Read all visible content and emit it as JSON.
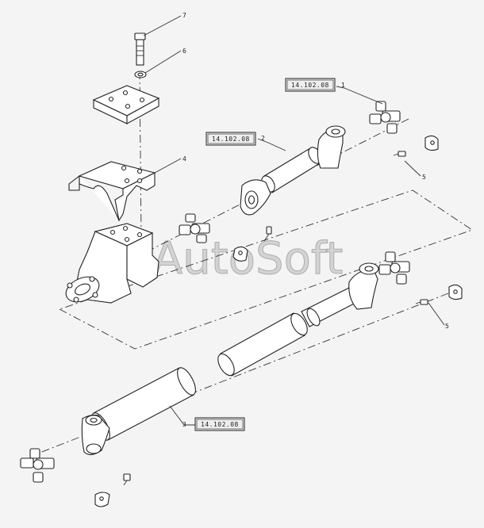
{
  "watermark": "AutoSoft",
  "callouts": {
    "c1": "1",
    "c2": "2",
    "c3": "3",
    "c4": "4",
    "c5a": "5",
    "c5b": "5",
    "c6": "6",
    "c7": "7"
  },
  "refs": {
    "r1": "14.102.08",
    "r2": "14.102.08",
    "r3": "14.102.08"
  },
  "colors": {
    "line": "#222222",
    "background": "#f4f4f4"
  }
}
